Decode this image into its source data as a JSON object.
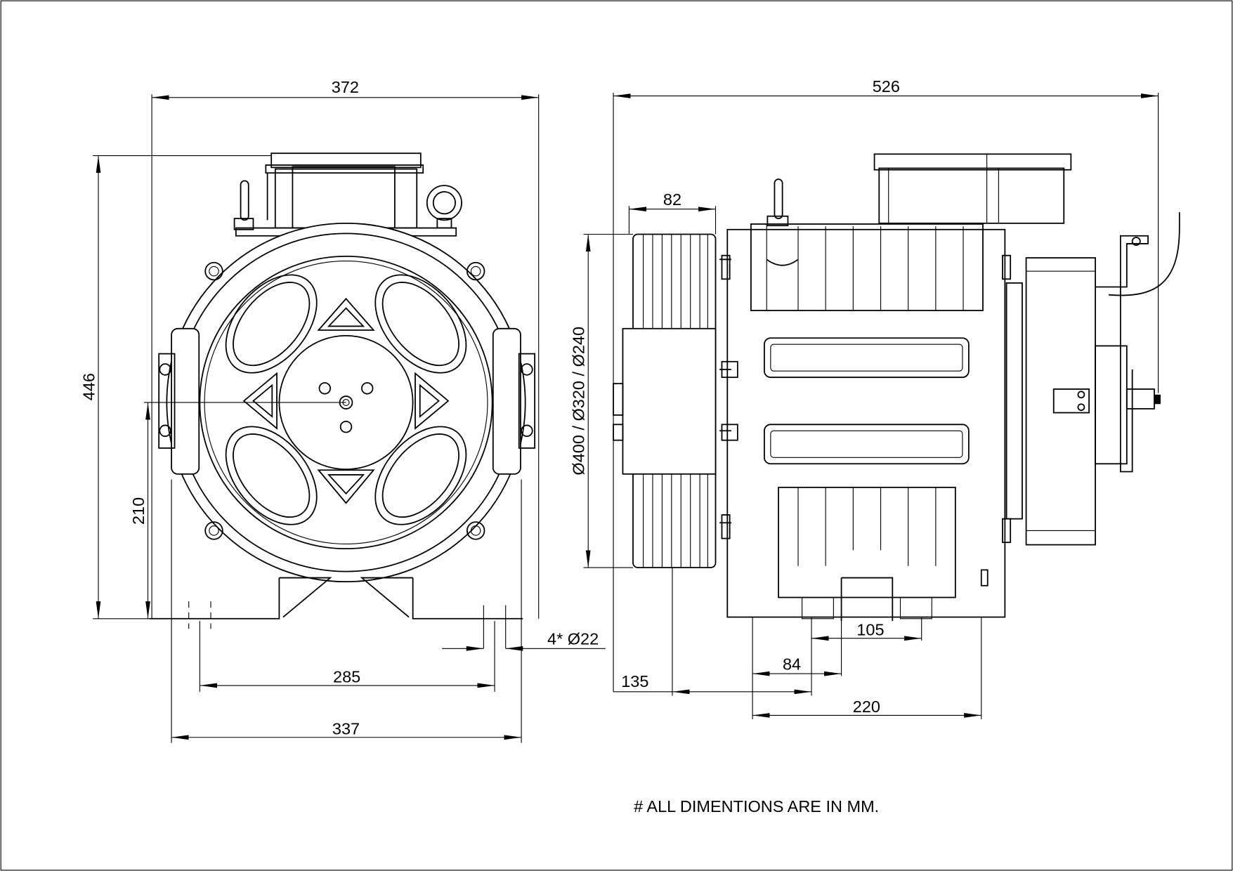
{
  "dimensions": {
    "front_width": "372",
    "front_height": "446",
    "shaft_height": "210",
    "hole_spacing": "285",
    "base_width": "337",
    "holes": "4* Ø22",
    "side_length": "526",
    "pulley_width": "82",
    "pulley_diameters": "Ø400 / Ø320 / Ø240",
    "offset_135": "135",
    "offset_84": "84",
    "offset_105": "105",
    "base_220": "220"
  },
  "note": "# ALL DIMENTIONS ARE IN MM."
}
